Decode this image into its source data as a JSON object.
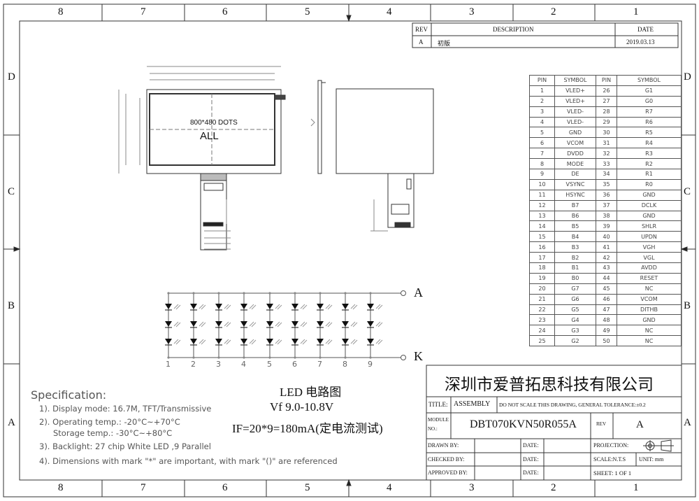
{
  "zones": {
    "columns": [
      "8",
      "7",
      "6",
      "5",
      "4",
      "3",
      "2",
      "1"
    ],
    "rows": [
      "D",
      "C",
      "B",
      "A"
    ]
  },
  "revision_table": {
    "headers": [
      "REV",
      "DESCRIPTION",
      "DATE"
    ],
    "rows": [
      [
        "A",
        "初版",
        "2019.03.13"
      ]
    ]
  },
  "front_view": {
    "resolution": "800*480 DOTS",
    "label": "ALL"
  },
  "pin_table": {
    "headers": [
      "PIN",
      "SYMBOL",
      "PIN",
      "SYMBOL"
    ],
    "rows": [
      [
        "1",
        "VLED+",
        "26",
        "G1"
      ],
      [
        "2",
        "VLED+",
        "27",
        "G0"
      ],
      [
        "3",
        "VLED-",
        "28",
        "R7"
      ],
      [
        "4",
        "VLED-",
        "29",
        "R6"
      ],
      [
        "5",
        "GND",
        "30",
        "R5"
      ],
      [
        "6",
        "VCOM",
        "31",
        "R4"
      ],
      [
        "7",
        "DVDD",
        "32",
        "R3"
      ],
      [
        "8",
        "MODE",
        "33",
        "R2"
      ],
      [
        "9",
        "DE",
        "34",
        "R1"
      ],
      [
        "10",
        "VSYNC",
        "35",
        "R0"
      ],
      [
        "11",
        "HSYNC",
        "36",
        "GND"
      ],
      [
        "12",
        "B7",
        "37",
        "DCLK"
      ],
      [
        "13",
        "B6",
        "38",
        "GND"
      ],
      [
        "14",
        "B5",
        "39",
        "SHLR"
      ],
      [
        "15",
        "B4",
        "40",
        "UPDN"
      ],
      [
        "16",
        "B3",
        "41",
        "VGH"
      ],
      [
        "17",
        "B2",
        "42",
        "VGL"
      ],
      [
        "18",
        "B1",
        "43",
        "AVDD"
      ],
      [
        "19",
        "B0",
        "44",
        "RESET"
      ],
      [
        "20",
        "G7",
        "45",
        "NC"
      ],
      [
        "21",
        "G6",
        "46",
        "VCOM"
      ],
      [
        "22",
        "G5",
        "47",
        "DITHB"
      ],
      [
        "23",
        "G4",
        "48",
        "GND"
      ],
      [
        "24",
        "G3",
        "49",
        "NC"
      ],
      [
        "25",
        "G2",
        "50",
        "NC"
      ]
    ]
  },
  "led_circuit": {
    "anode_label": "A",
    "cathode_label": "K",
    "string_labels": [
      "1",
      "2",
      "3",
      "4",
      "5",
      "6",
      "7",
      "8",
      "9"
    ],
    "title": "LED 电路图",
    "vf": "Vf 9.0-10.8V",
    "if": "IF=20*9=180mA(定电流测试)"
  },
  "specification": {
    "heading": "Specification:",
    "items": [
      "1). Display mode: 16.7M, TFT/Transmissive",
      "2). Operating temp.: -20°C~+70°C",
      "Storage temp.: -30°C~+80°C",
      "3). Backlight: 27 chip White LED ,9 Parallel",
      "4). Dimensions with mark \"*\" are important, with mark \"()\" are referenced"
    ]
  },
  "title_block": {
    "company": "深圳市爱普拓思科技有限公司",
    "title_label": "TITLE:",
    "title_value": "ASSEMBLY",
    "tolerance_note": "DO NOT SCALE THIS DRAWING, GENERAL TOLERANCE:±0.2",
    "module_label_1": "MODULE",
    "module_label_2": "NO.:",
    "module_no": "DBT070KVN50R055A",
    "rev_label": "REV",
    "rev_value": "A",
    "drawn_by": "DRAWN BY:",
    "checked_by": "CHECKED BY:",
    "approved_by": "APPROVED BY:",
    "date_label": "DATE:",
    "projection": "PROJECTION:",
    "scale": "SCALE:N.T.S",
    "unit": "UNIT: mm",
    "sheet": "SHEET:  1  OF  1"
  }
}
